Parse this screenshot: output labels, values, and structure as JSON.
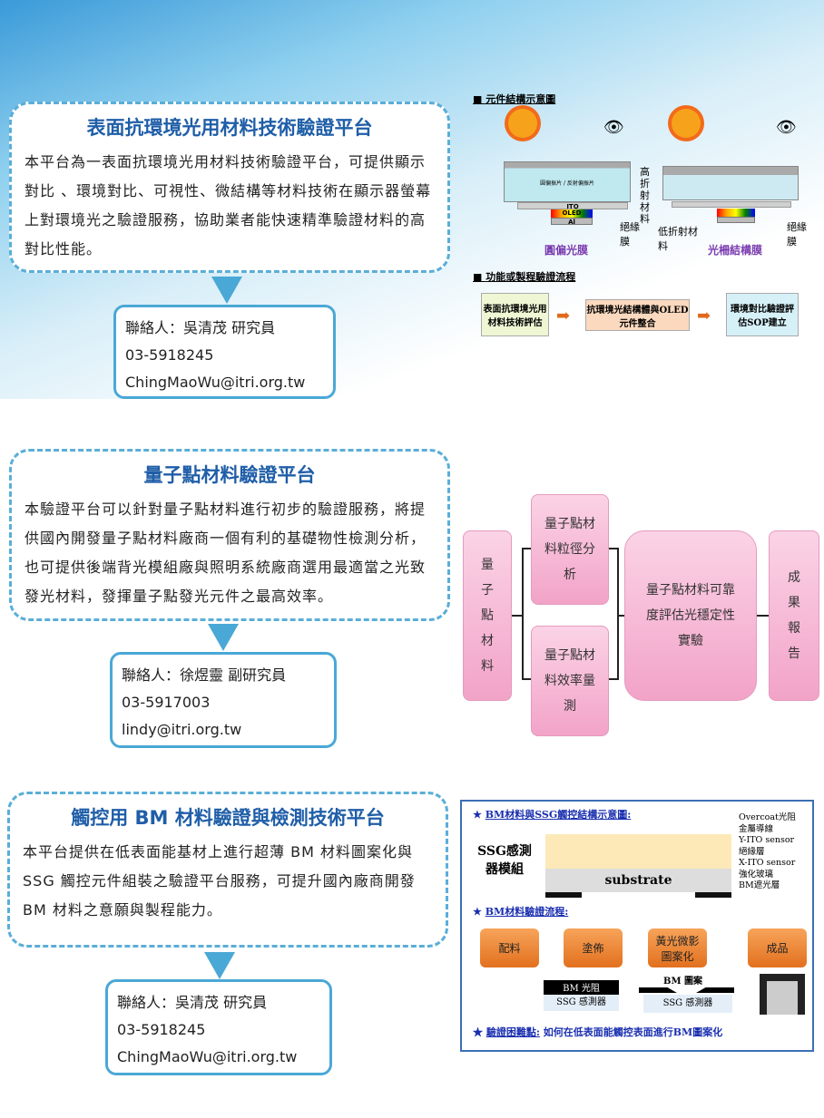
{
  "section1": {
    "title": "表面抗環境光用材料技術驗證平台",
    "desc": "本平台為一表面抗環境光用材料技術驗證平台，可提供顯示對比 、環境對比、可視性、微結構等材料技術在顯示器螢幕上對環境光之驗證服務，協助業者能快速精準驗證材料的高對比性能。",
    "contact": {
      "name": "聯絡人：吳清茂  研究員",
      "phone": "03-5918245",
      "email": "ChingMaoWu@itri.org.tw"
    },
    "figure": {
      "heading1": "元件結構示意圖",
      "label_left": "圓偏光膜",
      "label_right": "光柵結構膜",
      "high_index": "高折射材料",
      "low_index": "低折射材料",
      "insulator": "絕緣膜",
      "insulator2": "絕緣膜",
      "polarizer": "圓偏振片 / 反射偏振片",
      "ito": "ITO",
      "oled": "OLED",
      "al": "Al",
      "heading2": "功能或製程驗證流程",
      "steps": [
        "表面抗環境光用材料技術評估",
        "抗環境光結構體與OLED元件整合",
        "環境對比驗證評估SOP建立"
      ]
    }
  },
  "section2": {
    "title": "量子點材料驗證平台",
    "desc": "本驗證平台可以針對量子點材料進行初步的驗證服務，將提供國內開發量子點材料廠商一個有利的基礎物性檢測分析，也可提供後端背光模組廠與照明系統廠商選用最適當之光致發光材料，發揮量子點發光元件之最高效率。",
    "contact": {
      "name": "聯絡人：徐煜靈  副研究員",
      "phone": "03-5917003",
      "email": "lindy@itri.org.tw"
    },
    "flow": {
      "start": "量子點材料",
      "branch1": "量子點材料粒徑分析",
      "branch2": "量子點材料效率量測",
      "middle": "量子點材料可靠度評估光穩定性實驗",
      "end": "成果報告"
    }
  },
  "section3": {
    "title": "觸控用 BM 材料驗證與檢測技術平台",
    "desc": "本平台提供在低表面能基材上進行超薄 BM 材料圖案化與 SSG 觸控元件組裝之驗證平台服務，可提升國內廠商開發 BM 材料之意願與製程能力。",
    "contact": {
      "name": "聯絡人：吳清茂  研究員",
      "phone": "03-5918245",
      "email": "ChingMaoWu@itri.org.tw"
    },
    "figure": {
      "heading1": "BM材料與SSG觸控結構示意圖:",
      "module": "SSG感測器模組",
      "substrate": "substrate",
      "layers": [
        "Overcoat光阻",
        "金屬導線",
        "Y-ITO sensor",
        "絕緣層",
        "X-ITO sensor",
        "強化玻璃",
        "BM遮光層"
      ],
      "heading2": "BM材料驗證流程:",
      "steps": [
        "配料",
        "塗佈",
        "黃光微影圖案化",
        "成品"
      ],
      "bm_resist": "BM 光阻",
      "ssg1": "SSG 感測器",
      "bm_pattern": "BM 圖案",
      "ssg2": "SSG 感測器",
      "difficulty_label": "驗證困難點:",
      "difficulty": "如何在低表面能觸控表面進行BM圖案化"
    }
  }
}
